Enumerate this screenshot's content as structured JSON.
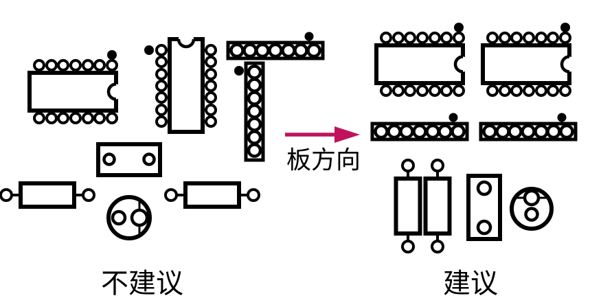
{
  "diagram": {
    "type": "pcb-component-orientation-guideline",
    "labels": {
      "not_recommended": "不建议",
      "recommended": "建议",
      "board_direction": "板方向"
    },
    "colors": {
      "ink": "#000000",
      "arrow": "#c1125e",
      "background": "#ffffff"
    },
    "groups": [
      {
        "name": "not-recommended",
        "label": "不建议",
        "note": "components placed in mixed orientations",
        "components": [
          "horizontal DIP IC (7+7 pins, notch right, pin-1 dot top-right)",
          "vertical DIP IC (7+7 pins, notch top, pin-1 dot top-left)",
          "horizontal 7-pin header (dot top-right)",
          "vertical 7-pin header (dot top-left)",
          "horizontal 2-hole part",
          "horizontal axial resistor",
          "horizontal axial resistor",
          "round transistor (flat edge on right)"
        ]
      },
      {
        "name": "recommended",
        "label": "建议",
        "note": "components aligned to board direction",
        "components": [
          "horizontal DIP IC (7+7 pins, notch right, pin-1 dot top-right)",
          "horizontal DIP IC (7+7 pins, notch right, pin-1 dot top-right)",
          "horizontal 7-pin header (dot top-right)",
          "horizontal 7-pin header (dot top-right)",
          "vertical axial resistor",
          "vertical axial resistor",
          "vertical 2-hole part",
          "round transistor (flat edge on top)"
        ]
      }
    ]
  }
}
